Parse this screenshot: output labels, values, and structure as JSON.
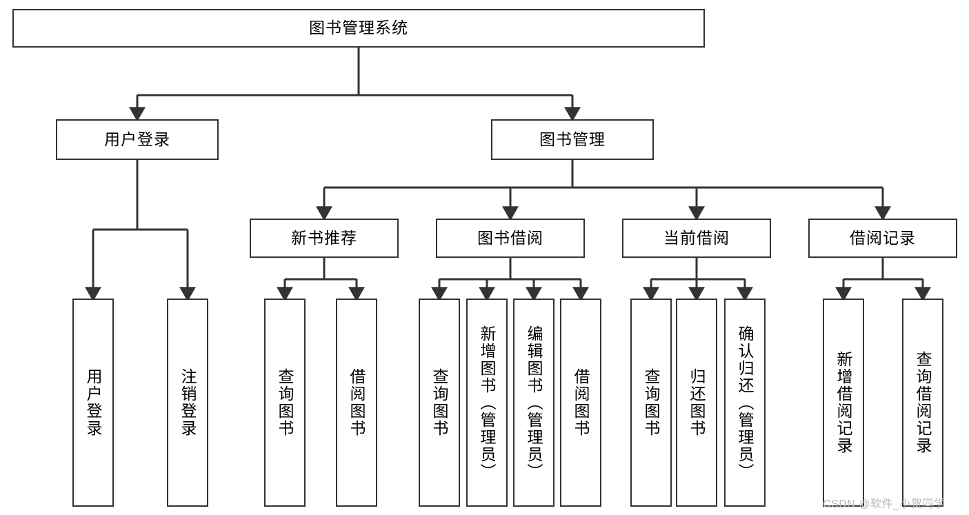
{
  "diagram": {
    "title_node": {
      "label": "图书管理系统"
    },
    "level2": [
      {
        "id": "user-login",
        "label": "用户登录"
      },
      {
        "id": "book-manage",
        "label": "图书管理"
      }
    ],
    "level3": [
      {
        "id": "new-book-recommend",
        "label": "新书推荐"
      },
      {
        "id": "book-borrow",
        "label": "图书借阅"
      },
      {
        "id": "current-borrow",
        "label": "当前借阅"
      },
      {
        "id": "borrow-record",
        "label": "借阅记录"
      }
    ],
    "leaves": [
      {
        "id": "leaf-user-login",
        "label": "用户登录",
        "parent": "user-login"
      },
      {
        "id": "leaf-logout-login",
        "label": "注销登录",
        "parent": "user-login"
      },
      {
        "id": "leaf-query-book-1",
        "label": "查询图书",
        "parent": "new-book-recommend"
      },
      {
        "id": "leaf-borrow-book-1",
        "label": "借阅图书",
        "parent": "new-book-recommend"
      },
      {
        "id": "leaf-query-book-2",
        "label": "查询图书",
        "parent": "book-borrow"
      },
      {
        "id": "leaf-add-book",
        "label": "新增图书（管理员）",
        "parent": "book-borrow"
      },
      {
        "id": "leaf-edit-book",
        "label": "编辑图书（管理员）",
        "parent": "book-borrow"
      },
      {
        "id": "leaf-borrow-book-2",
        "label": "借阅图书",
        "parent": "book-borrow"
      },
      {
        "id": "leaf-query-book-3",
        "label": "查询图书",
        "parent": "current-borrow"
      },
      {
        "id": "leaf-return-book",
        "label": "归还图书",
        "parent": "current-borrow"
      },
      {
        "id": "leaf-confirm-return",
        "label": "确认归还（管理员）",
        "parent": "current-borrow"
      },
      {
        "id": "leaf-add-record",
        "label": "新增借阅记录",
        "parent": "borrow-record"
      },
      {
        "id": "leaf-query-record",
        "label": "查询借阅记录",
        "parent": "borrow-record"
      }
    ],
    "watermark": "CSDN @软件_小贺同学",
    "colors": {
      "stroke": "#333333",
      "box_fill": "#ffffff",
      "text": "#000000",
      "watermark": "#b9b9b9"
    }
  }
}
